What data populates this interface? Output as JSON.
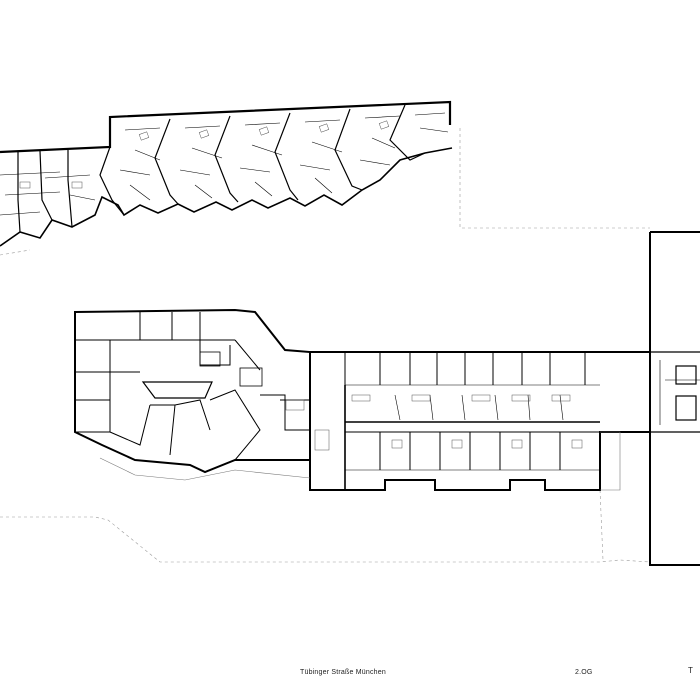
{
  "caption": {
    "project": "Tübinger Straße München",
    "level": "2.OG",
    "edge_mark": "T"
  },
  "colors": {
    "background": "#ffffff",
    "wall": "#000000",
    "fixture": "#555555",
    "site_outline": "#9a9a9a"
  }
}
